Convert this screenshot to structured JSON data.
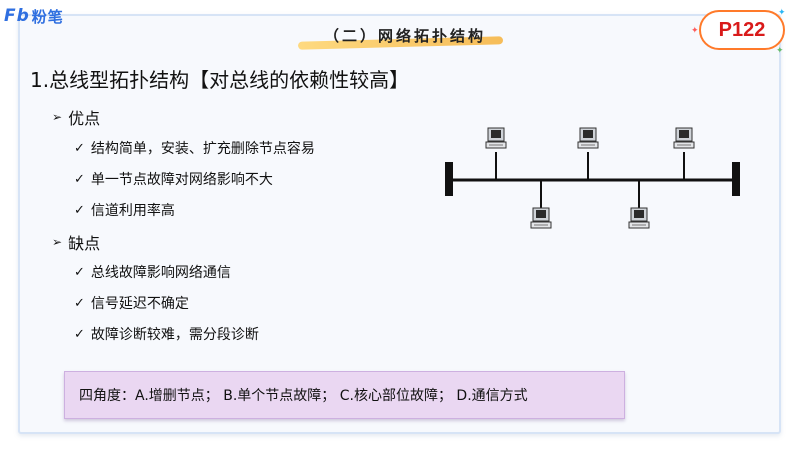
{
  "brand": {
    "mark": "Fb",
    "name": "粉笔",
    "color": "#2f6fe0"
  },
  "header": {
    "title": "（二）网络拓扑结构",
    "underline_color": "#f6b23c"
  },
  "page_badge": {
    "label": "P122",
    "border_color": "#ff7a2a",
    "text_color": "#d91a1a"
  },
  "main": {
    "title": "1.总线型拓扑结构【对总线的依赖性较高】",
    "sections": [
      {
        "label": "优点",
        "items": [
          "结构简单，安装、扩充删除节点容易",
          "单一节点故障对网络影响不大",
          "信道利用率高"
        ]
      },
      {
        "label": "缺点",
        "items": [
          "总线故障影响网络通信",
          "信号延迟不确定",
          "故障诊断较难，需分段诊断"
        ]
      }
    ],
    "summary_box": {
      "text": "四角度：A.增删节点；    B.单个节点故障；    C.核心部位故障；    D.通信方式",
      "background": "#ead7f2"
    }
  },
  "icons": {
    "bullet_section": "triangle-right-icon",
    "bullet_item": "check-icon",
    "node": "computer-icon"
  }
}
